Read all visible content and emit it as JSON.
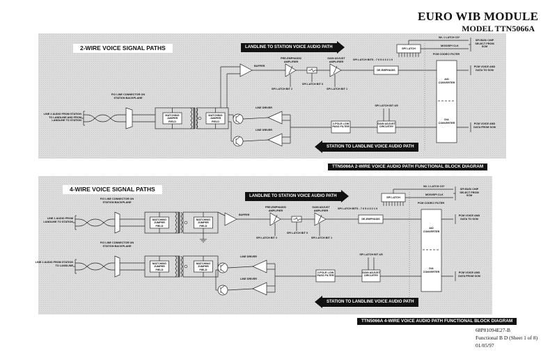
{
  "header": {
    "title": "EURO WIB MODULE",
    "model": "MODEL TTN5066A"
  },
  "panels": [
    {
      "title": "2-WIRE VOICE SIGNAL PATHS",
      "l2s": "LANDLINE TO STATION VOICE AUDIO PATH",
      "s2l": "STATION TO LANDLINE VOICE AUDIO PATH",
      "caption": "TTN5066A 2-WIRE VOICE AUDIO PATH FUNCTIONAL BLOCK DIAGRAM",
      "lines": [
        {
          "label": "LINE 2 AUDIO FROM STATION TO LANDLINE AND FROM LANDLINE TO STATION",
          "connector": "F/O LINE CONNECTOR ON STATION BACKPLANE"
        }
      ],
      "b": {
        "mjf": "MATCHING JUMPER FIELD",
        "buffer": "BUFFER",
        "pre": "PRE-EMPHASIS/ AMPLIFIER",
        "gain_amp": "GAIN ADJUST AMPLIFIER",
        "bit2": "SPI LATCH BIT 2",
        "bit0": "SPI LATCH BIT 0",
        "bit1": "SPI LATCH BIT 1",
        "deemph": "DE-EMPHASIS",
        "spi": "SPI LATCH",
        "bits": "SPI LATCH BITS - 7 6 5 4 3 2 1 0",
        "codec": "PCM CODEC/ FILTER",
        "ad": "A/D CONVERTER",
        "da": "D/A CONVERTER",
        "cs": "WL 1 LATCH CS*",
        "clk": "MOSI/SPI CLK",
        "bus": "SPI BUS/ CHIP SELECT FROM SCM",
        "to_scm": "PCM VOICE AND DATA TO SCM",
        "from_scm": "PCM VOICE AND DATA FROM SCM",
        "bit45": "SPI LATCH BIT 4/5",
        "gac": "GAIN ADJUST CIRCUITRY",
        "lpf": "2-POLE LOW PASS FILTER",
        "driver": "LINE DRIVER"
      }
    },
    {
      "title": "4-WIRE VOICE SIGNAL PATHS",
      "l2s": "LANDLINE TO STATION VOICE AUDIO PATH",
      "s2l": "STATION TO LANDLINE VOICE AUDIO PATH",
      "caption": "TTN5066A 4-WIRE VOICE AUDIO PATH FUNCTIONAL BLOCK DIAGRAM",
      "lines": [
        {
          "label": "LINE 1 AUDIO FROM LANDLINE TO STATION",
          "connector": "F/O LINE CONNECTOR ON STATION BACKPLANE"
        },
        {
          "label": "LINE 2 AUDIO FROM STATION TO LANDLINE",
          "connector": "F/O LINE CONNECTOR ON STATION BACKPLANE"
        }
      ],
      "b": {
        "mjf": "MATCHING JUMPER FIELD",
        "buffer": "BUFFER",
        "pre": "PRE-EMPHASIS/ AMPLIFIER",
        "gain_amp": "GAIN ADJUST AMPLIFIER",
        "bit2": "SPI LATCH BIT 2",
        "bit0": "SPI LATCH BIT 0",
        "bit1": "SPI LATCH BIT 1",
        "deemph": "DE-EMPHASIS",
        "spi": "SPI LATCH",
        "bits": "SPI LATCH BITS - 7 6 5 4 3 2 1 0",
        "codec": "PCM CODEC/ FILTER",
        "ad": "A/D CONVERTER",
        "da": "D/A CONVERTER",
        "cs": "WL 1 LATCH CS*",
        "clk": "MOSI/SPI CLK",
        "bus": "SPI BUS/ CHIP SELECT FROM SCM",
        "to_scm": "PCM VOICE AND DATA TO SCM",
        "from_scm": "PCM VOICE AND DATA FROM SCM",
        "bit45": "SPI LATCH BIT 4/5",
        "gac": "GAIN ADJUST CIRCUITRY",
        "lpf": "2-POLE LOW PASS FILTER",
        "driver": "LINE DRIVER"
      }
    }
  ],
  "footer": {
    "doc": "68P81094E27-B",
    "sheet": "Functional B D (Sheet 1 of 8)",
    "date": "01/05/97"
  }
}
